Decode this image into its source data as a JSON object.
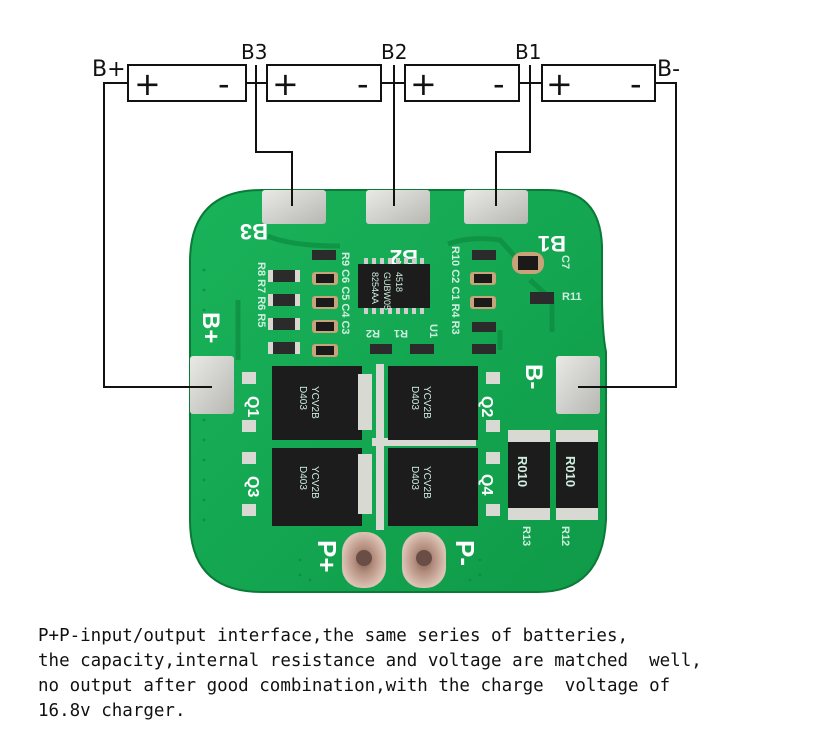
{
  "terminals": {
    "b_plus": "B+",
    "b3": "B3",
    "b2": "B2",
    "b1": "B1",
    "b_minus": "B-"
  },
  "cell": {
    "plus": "+",
    "minus": "-"
  },
  "board": {
    "pad_b3": "B3",
    "pad_b2": "B2",
    "pad_b1": "B1",
    "pad_b_plus": "B+",
    "pad_b_minus": "B-",
    "out_p_plus": "P+",
    "out_p_minus": "P-",
    "q1": "Q1",
    "q2": "Q2",
    "q3": "Q3",
    "q4": "Q4",
    "r12": "R12",
    "r13": "R13",
    "r11": "R11",
    "c7": "C7",
    "u1": "U1",
    "r2": "R2",
    "r1": "R1",
    "r010_a": "R010",
    "r010_b": "R010",
    "ic_line1": "8254AA",
    "ic_line2": "GUBW05",
    "ic_line3": "4518",
    "mos_line1": "D403",
    "mos_line2": "YCV2B",
    "left_labels": "R8 R7 R6 R5",
    "mid_labels": "R9 C6 C5 C4 C3",
    "right_labels": "R10 C2 C1 R4 R3"
  },
  "caption": [
    "P+P-input/output interface,the same series of batteries,",
    "the capacity,internal resistance and voltage are matched  well,",
    "no output after good combination,with the charge  voltage of",
    "16.8v charger."
  ]
}
